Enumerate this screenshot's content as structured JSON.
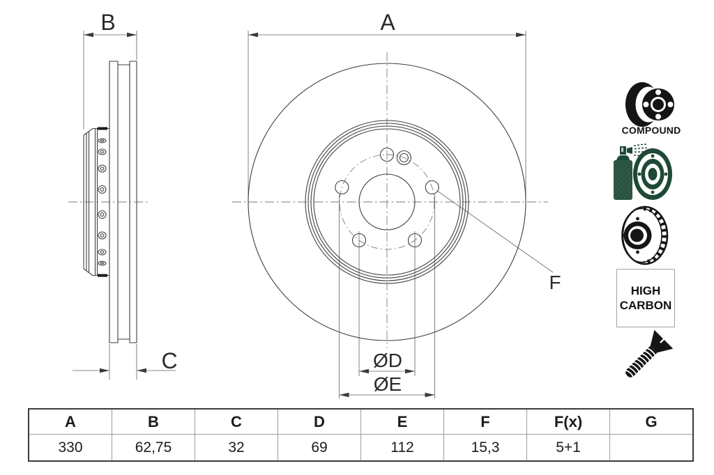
{
  "drawing": {
    "type": "brake-disc-technical-drawing",
    "line_color": "#3f3f3f",
    "centerline_color": "#7d7d7d",
    "dim_labels": {
      "a": "A",
      "b": "B",
      "c": "C",
      "d": "ØD",
      "e": "ØE",
      "f": "F"
    }
  },
  "badges": {
    "compound": {
      "icon": "compound-disc-icon",
      "label": "COMPOUND",
      "color": "#151515"
    },
    "coated": {
      "icon": "spray-coated-disc-icon",
      "color": "#1e4936"
    },
    "vented": {
      "icon": "vented-disc-icon",
      "color": "#151515"
    },
    "high_carbon": {
      "line1": "HIGH",
      "line2": "CARBON"
    },
    "screw": {
      "icon": "countersunk-screw-icon",
      "color": "#151515"
    }
  },
  "table": {
    "headers": [
      "A",
      "B",
      "C",
      "D",
      "E",
      "F",
      "F(x)",
      "G"
    ],
    "values": [
      "330",
      "62,75",
      "32",
      "69",
      "112",
      "15,3",
      "5+1",
      ""
    ]
  }
}
